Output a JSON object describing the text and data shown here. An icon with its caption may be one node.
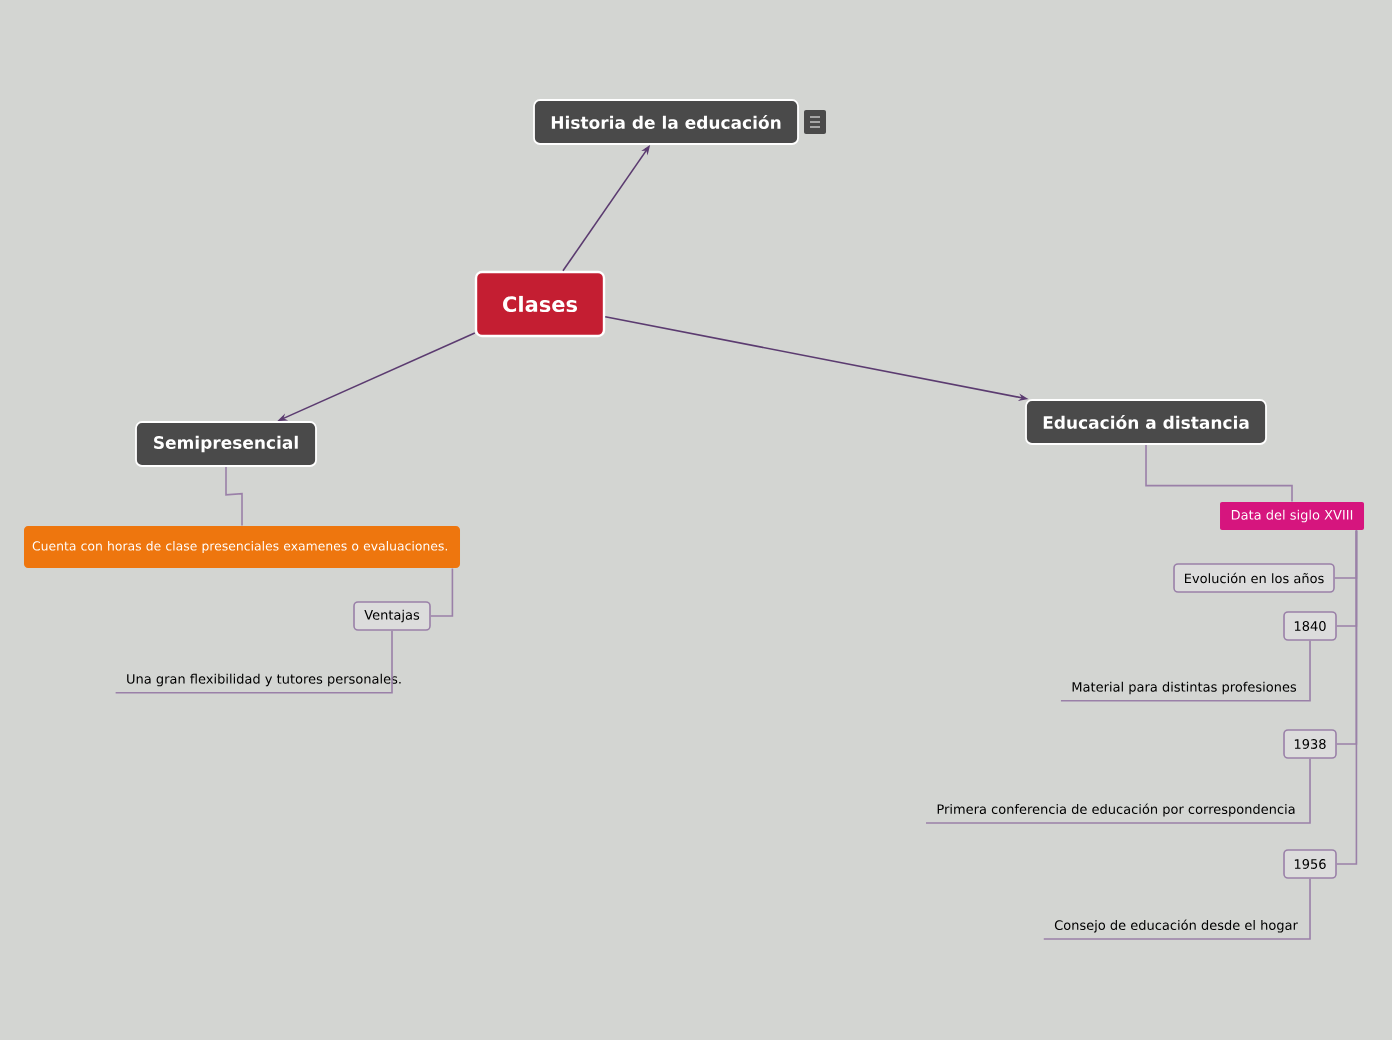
{
  "diagram": {
    "nodes": [
      {
        "text": [
          "Clases"
        ]
      },
      {
        "text": [
          "Historia de la educación"
        ]
      },
      {
        "text": [
          "Semipresencial"
        ]
      },
      {
        "text": [
          "Educación a distancia"
        ]
      },
      {
        "text": [
          "Cuenta con horas de clase presenciales examenes o evaluaciones."
        ]
      },
      {
        "text": [
          "Ventajas"
        ]
      },
      {
        "text": [
          "Una gran flexibilidad y tutores personales."
        ]
      },
      {
        "text": [
          "Data del siglo XVIII"
        ]
      },
      {
        "text": [
          "Evolución en los años"
        ]
      },
      {
        "text": [
          "1840"
        ]
      },
      {
        "text": [
          "Material para distintas profesiones"
        ]
      },
      {
        "text": [
          "1938"
        ]
      },
      {
        "text": [
          "Primera conferencia de educación por correspondencia"
        ]
      },
      {
        "text": [
          "1956"
        ]
      },
      {
        "text": [
          "Consejo de educación desde el hogar"
        ]
      }
    ],
    "edges": [
      {
        "from": 0,
        "to": 1,
        "arrow": "to",
        "color": "#5b3b70"
      },
      {
        "from": 0,
        "to": 2,
        "arrow": "to",
        "color": "#5b3b70"
      },
      {
        "from": 0,
        "to": 3,
        "arrow": "to",
        "color": "#5b3b70"
      },
      {
        "from": 2,
        "to": 4,
        "arrow": "none"
      },
      {
        "from": 4,
        "to": 5,
        "arrow": "none"
      },
      {
        "from": 5,
        "to": 6,
        "arrow": "none"
      },
      {
        "from": 3,
        "to": 7,
        "arrow": "none"
      },
      {
        "from": 7,
        "to": 8,
        "arrow": "none"
      },
      {
        "from": 7,
        "to": 9,
        "arrow": "none"
      },
      {
        "from": 7,
        "to": 11,
        "arrow": "none"
      },
      {
        "from": 7,
        "to": 13,
        "arrow": "none"
      },
      {
        "from": 9,
        "to": 10,
        "arrow": "none"
      },
      {
        "from": 11,
        "to": 12,
        "arrow": "none"
      },
      {
        "from": 13,
        "to": 14,
        "arrow": "none"
      }
    ]
  }
}
